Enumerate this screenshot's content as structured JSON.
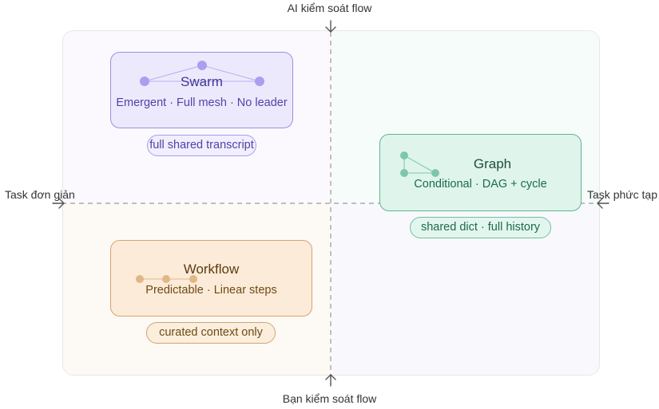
{
  "axes": {
    "top": "AI kiểm soát flow",
    "bottom": "Bạn kiểm soát flow",
    "left": "Task đơn giản",
    "right": "Task phức tạp"
  },
  "nodes": {
    "swarm": {
      "title": "Swarm",
      "subtitle": "Emergent · Full mesh · No leader",
      "context": "full shared transcript",
      "color": "#9a8fe0"
    },
    "graph": {
      "title": "Graph",
      "subtitle": "Conditional · DAG + cycle",
      "context": "shared dict · full history",
      "color": "#5fb593"
    },
    "workflow": {
      "title": "Workflow",
      "subtitle": "Predictable · Linear steps",
      "context": "curated context only",
      "color": "#d2a572"
    }
  }
}
